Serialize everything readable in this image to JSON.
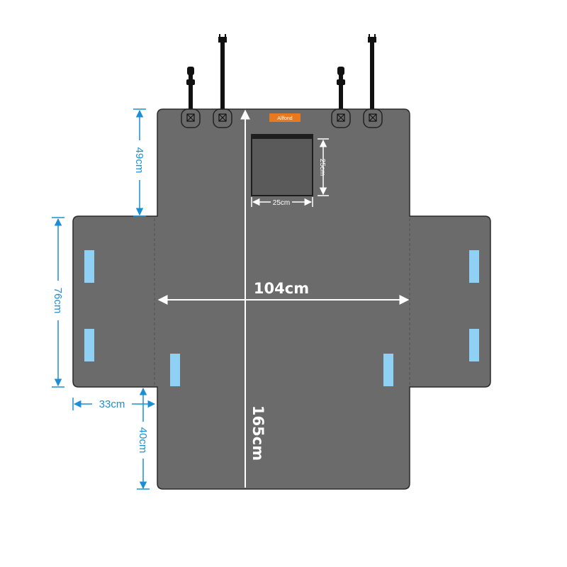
{
  "brand_label": "Allfond",
  "dimensions": {
    "total_width": "104cm",
    "total_length": "165cm",
    "top_section_height": "49cm",
    "flap_height": "76cm",
    "flap_width": "33cm",
    "bottom_section_height": "40cm",
    "window_width": "25cm",
    "window_height": "25cm"
  },
  "colors": {
    "mat": "#6b6b6b",
    "mat_outline": "#2b2b2b",
    "window": "#5a5a5a",
    "strip": "#8fd0f5",
    "dimension": "#1a8fd6",
    "brand_tag": "#e8791e",
    "strap": "#111111"
  },
  "icons": [
    "headrest-strap-icon",
    "buckle-loop-icon",
    "velcro-strip-icon",
    "mesh-window-icon"
  ]
}
